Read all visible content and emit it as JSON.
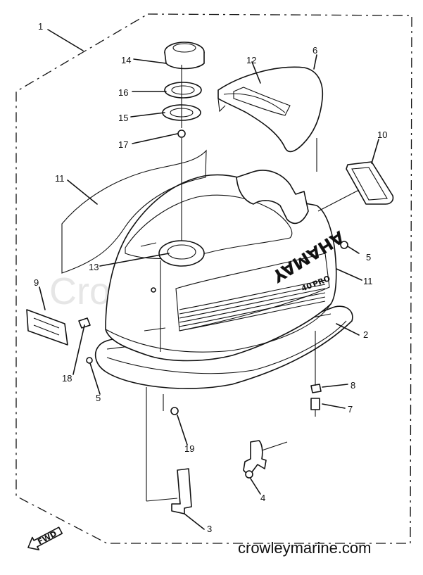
{
  "diagram": {
    "watermark": "Crowley Marine",
    "site": "crowleymarine.com",
    "brand": "YAMAHA",
    "model": "40",
    "model_suffix": "PRO",
    "direction": "FWD",
    "callouts": [
      {
        "num": "1"
      },
      {
        "num": "14"
      },
      {
        "num": "6"
      },
      {
        "num": "12"
      },
      {
        "num": "16"
      },
      {
        "num": "15"
      },
      {
        "num": "17"
      },
      {
        "num": "10"
      },
      {
        "num": "11"
      },
      {
        "num": "5"
      },
      {
        "num": "13"
      },
      {
        "num": "11"
      },
      {
        "num": "9"
      },
      {
        "num": "2"
      },
      {
        "num": "18"
      },
      {
        "num": "5"
      },
      {
        "num": "8"
      },
      {
        "num": "7"
      },
      {
        "num": "19"
      },
      {
        "num": "4"
      },
      {
        "num": "3"
      }
    ]
  }
}
